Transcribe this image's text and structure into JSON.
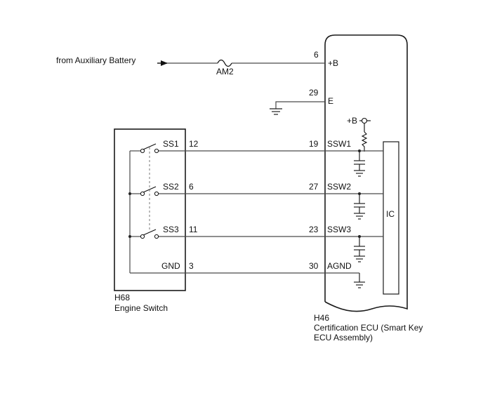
{
  "source": {
    "label": "from Auxiliary Battery"
  },
  "fuse": {
    "label": "AM2"
  },
  "ecu": {
    "connector": "H46",
    "name_line1": "Certification ECU (Smart Key",
    "name_line2": "ECU Assembly)",
    "ic_label": "IC",
    "pullup_label": "+B",
    "pins": [
      {
        "pin": "6",
        "signal": "+B"
      },
      {
        "pin": "29",
        "signal": "E"
      },
      {
        "pin": "19",
        "signal": "SSW1"
      },
      {
        "pin": "27",
        "signal": "SSW2"
      },
      {
        "pin": "23",
        "signal": "SSW3"
      },
      {
        "pin": "30",
        "signal": "AGND"
      }
    ]
  },
  "switch": {
    "connector": "H68",
    "name": "Engine Switch",
    "pins": [
      {
        "signal": "SS1",
        "pin": "12"
      },
      {
        "signal": "SS2",
        "pin": "6"
      },
      {
        "signal": "SS3",
        "pin": "11"
      },
      {
        "signal": "GND",
        "pin": "3"
      }
    ]
  }
}
